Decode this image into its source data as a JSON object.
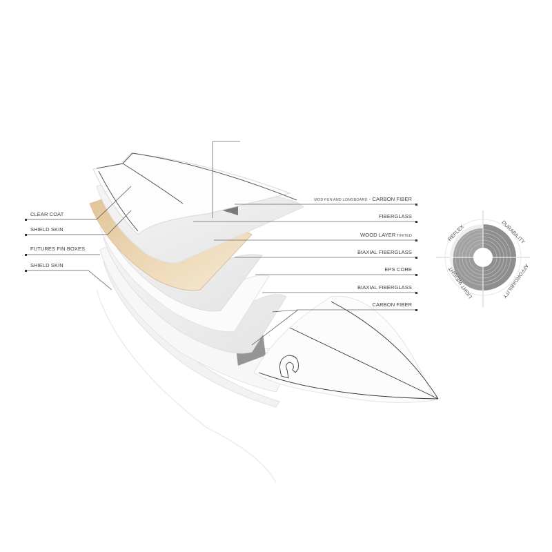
{
  "left_labels": [
    {
      "id": "clear-coat",
      "label": "CLEAR COAT"
    },
    {
      "id": "shield-skin-top",
      "label": "SHIELD SKIN"
    },
    {
      "id": "futures-fin-boxes",
      "label": "FUTURES FIN BOXES"
    },
    {
      "id": "shield-skin-bottom",
      "label": "SHIELD SKIN"
    }
  ],
  "right_labels": [
    {
      "id": "carbon-fiber-top",
      "prefix": "MOD FUN AND LONGBOARD",
      "label": " - CARBON FIBER",
      "suffix": ""
    },
    {
      "id": "fiberglass",
      "prefix": "",
      "label": "FIBERGLASS",
      "suffix": ""
    },
    {
      "id": "wood-layer",
      "prefix": "",
      "label": "WOOD LAYER",
      "suffix": " TINITED"
    },
    {
      "id": "biaxial-fiberglass-top",
      "prefix": "",
      "label": "BIAXIAL FIBERGLASS",
      "suffix": ""
    },
    {
      "id": "eps-core",
      "prefix": "",
      "label": "EPS CORE",
      "suffix": ""
    },
    {
      "id": "biaxial-fiberglass-bottom",
      "prefix": "",
      "label": "BIAXIAL FIBERGLASS",
      "suffix": ""
    },
    {
      "id": "carbon-fiber-bottom",
      "prefix": "",
      "label": "CARBON FIBER",
      "suffix": ""
    }
  ],
  "rating_wheel": {
    "labels": {
      "top_left": "REFLEX",
      "top_right": "DURABILITY",
      "bottom_right": "AFFORDABILITY",
      "bottom_left": "LIGHT WEIGHT"
    },
    "colors": {
      "dark": "#8e8e8e",
      "medium": "#a9a9a9",
      "light": "#dcdcdc",
      "track": "#eeeeee"
    }
  },
  "colors": {
    "wood": "#ecd9b4",
    "layer": "#eeeeee",
    "line": "#666666",
    "carbon": "#7a7a7a"
  },
  "chart_data": {
    "type": "radar",
    "title": "",
    "categories": [
      "REFLEX",
      "DURABILITY",
      "AFFORDABILITY",
      "LIGHT WEIGHT"
    ],
    "values": [
      8,
      10,
      10,
      9
    ],
    "scale": [
      0,
      10
    ],
    "legend": []
  }
}
